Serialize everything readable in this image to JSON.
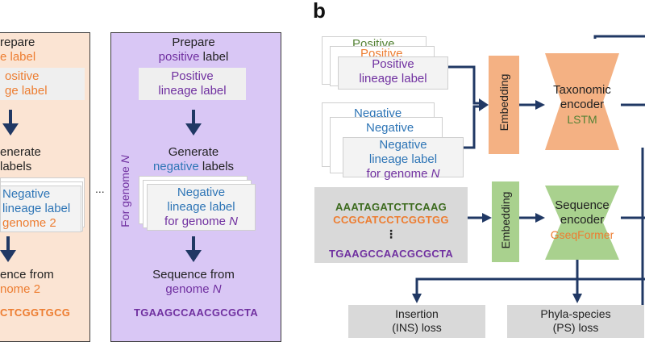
{
  "panel_b_letter": "b",
  "panel_a2": {
    "prepare_line1": "repare",
    "prepare_line2": "e label",
    "label_line1": "ositive",
    "label_line2": "ge label",
    "generate_line1": "enerate",
    "generate_line2": "labels",
    "neg_line1": "Negative",
    "neg_line2": "lineage label",
    "neg_line3": "genome 2",
    "seq_line1": "ence from",
    "seq_line2": "nome 2",
    "sequence": "CTCGGTGCG"
  },
  "ellipsis": "...",
  "panel_a3": {
    "side_label_prefix": "For genome ",
    "side_label_var": "N",
    "prepare_line1": "Prepare",
    "prepare_positive": "positive",
    "prepare_label": " label",
    "pos_line1": "Positive",
    "pos_line2": "lineage label",
    "generate_line1": "Generate",
    "generate_negative": "negative",
    "generate_labels": " labels",
    "neg_line1": "Negative",
    "neg_line2": "lineage label",
    "neg_line3_prefix": "for genome ",
    "neg_line3_var": "N",
    "seq_line1": "Sequence from",
    "seq_line2_prefix": "genome ",
    "seq_line2_var": "N",
    "sequence": "TGAAGCCAACGCGCTA"
  },
  "panel_b": {
    "positive_cards": [
      "Positive",
      "Positive",
      "Positive",
      "lineage label"
    ],
    "negative_cards": [
      "Negative",
      "Negative",
      "Negative",
      "lineage label",
      "for genome "
    ],
    "negative_var": "N",
    "embedding": "Embedding",
    "taxonomic_encoder": [
      "Taxonomic",
      "encoder"
    ],
    "lstm": "LSTM",
    "sequences": [
      "AAATAGATCTTCAAG",
      "CCGCATCCTCGGTGG",
      "⋮",
      "TGAAGCCAACGCGCTA"
    ],
    "sequence_encoder": [
      "Sequence",
      "encoder"
    ],
    "gseqformer": "GseqFormer",
    "loss_ins": [
      "Insertion",
      "(INS) loss"
    ],
    "loss_ps": [
      "Phyla-species",
      "(PS) loss"
    ]
  },
  "colors": {
    "purple": "#7030a0",
    "orange": "#ed7d31",
    "blue": "#2e75b6",
    "green": "#548235",
    "arrow": "#203864",
    "embedding_orange": "#f4b183",
    "embedding_green": "#a9d18e"
  }
}
